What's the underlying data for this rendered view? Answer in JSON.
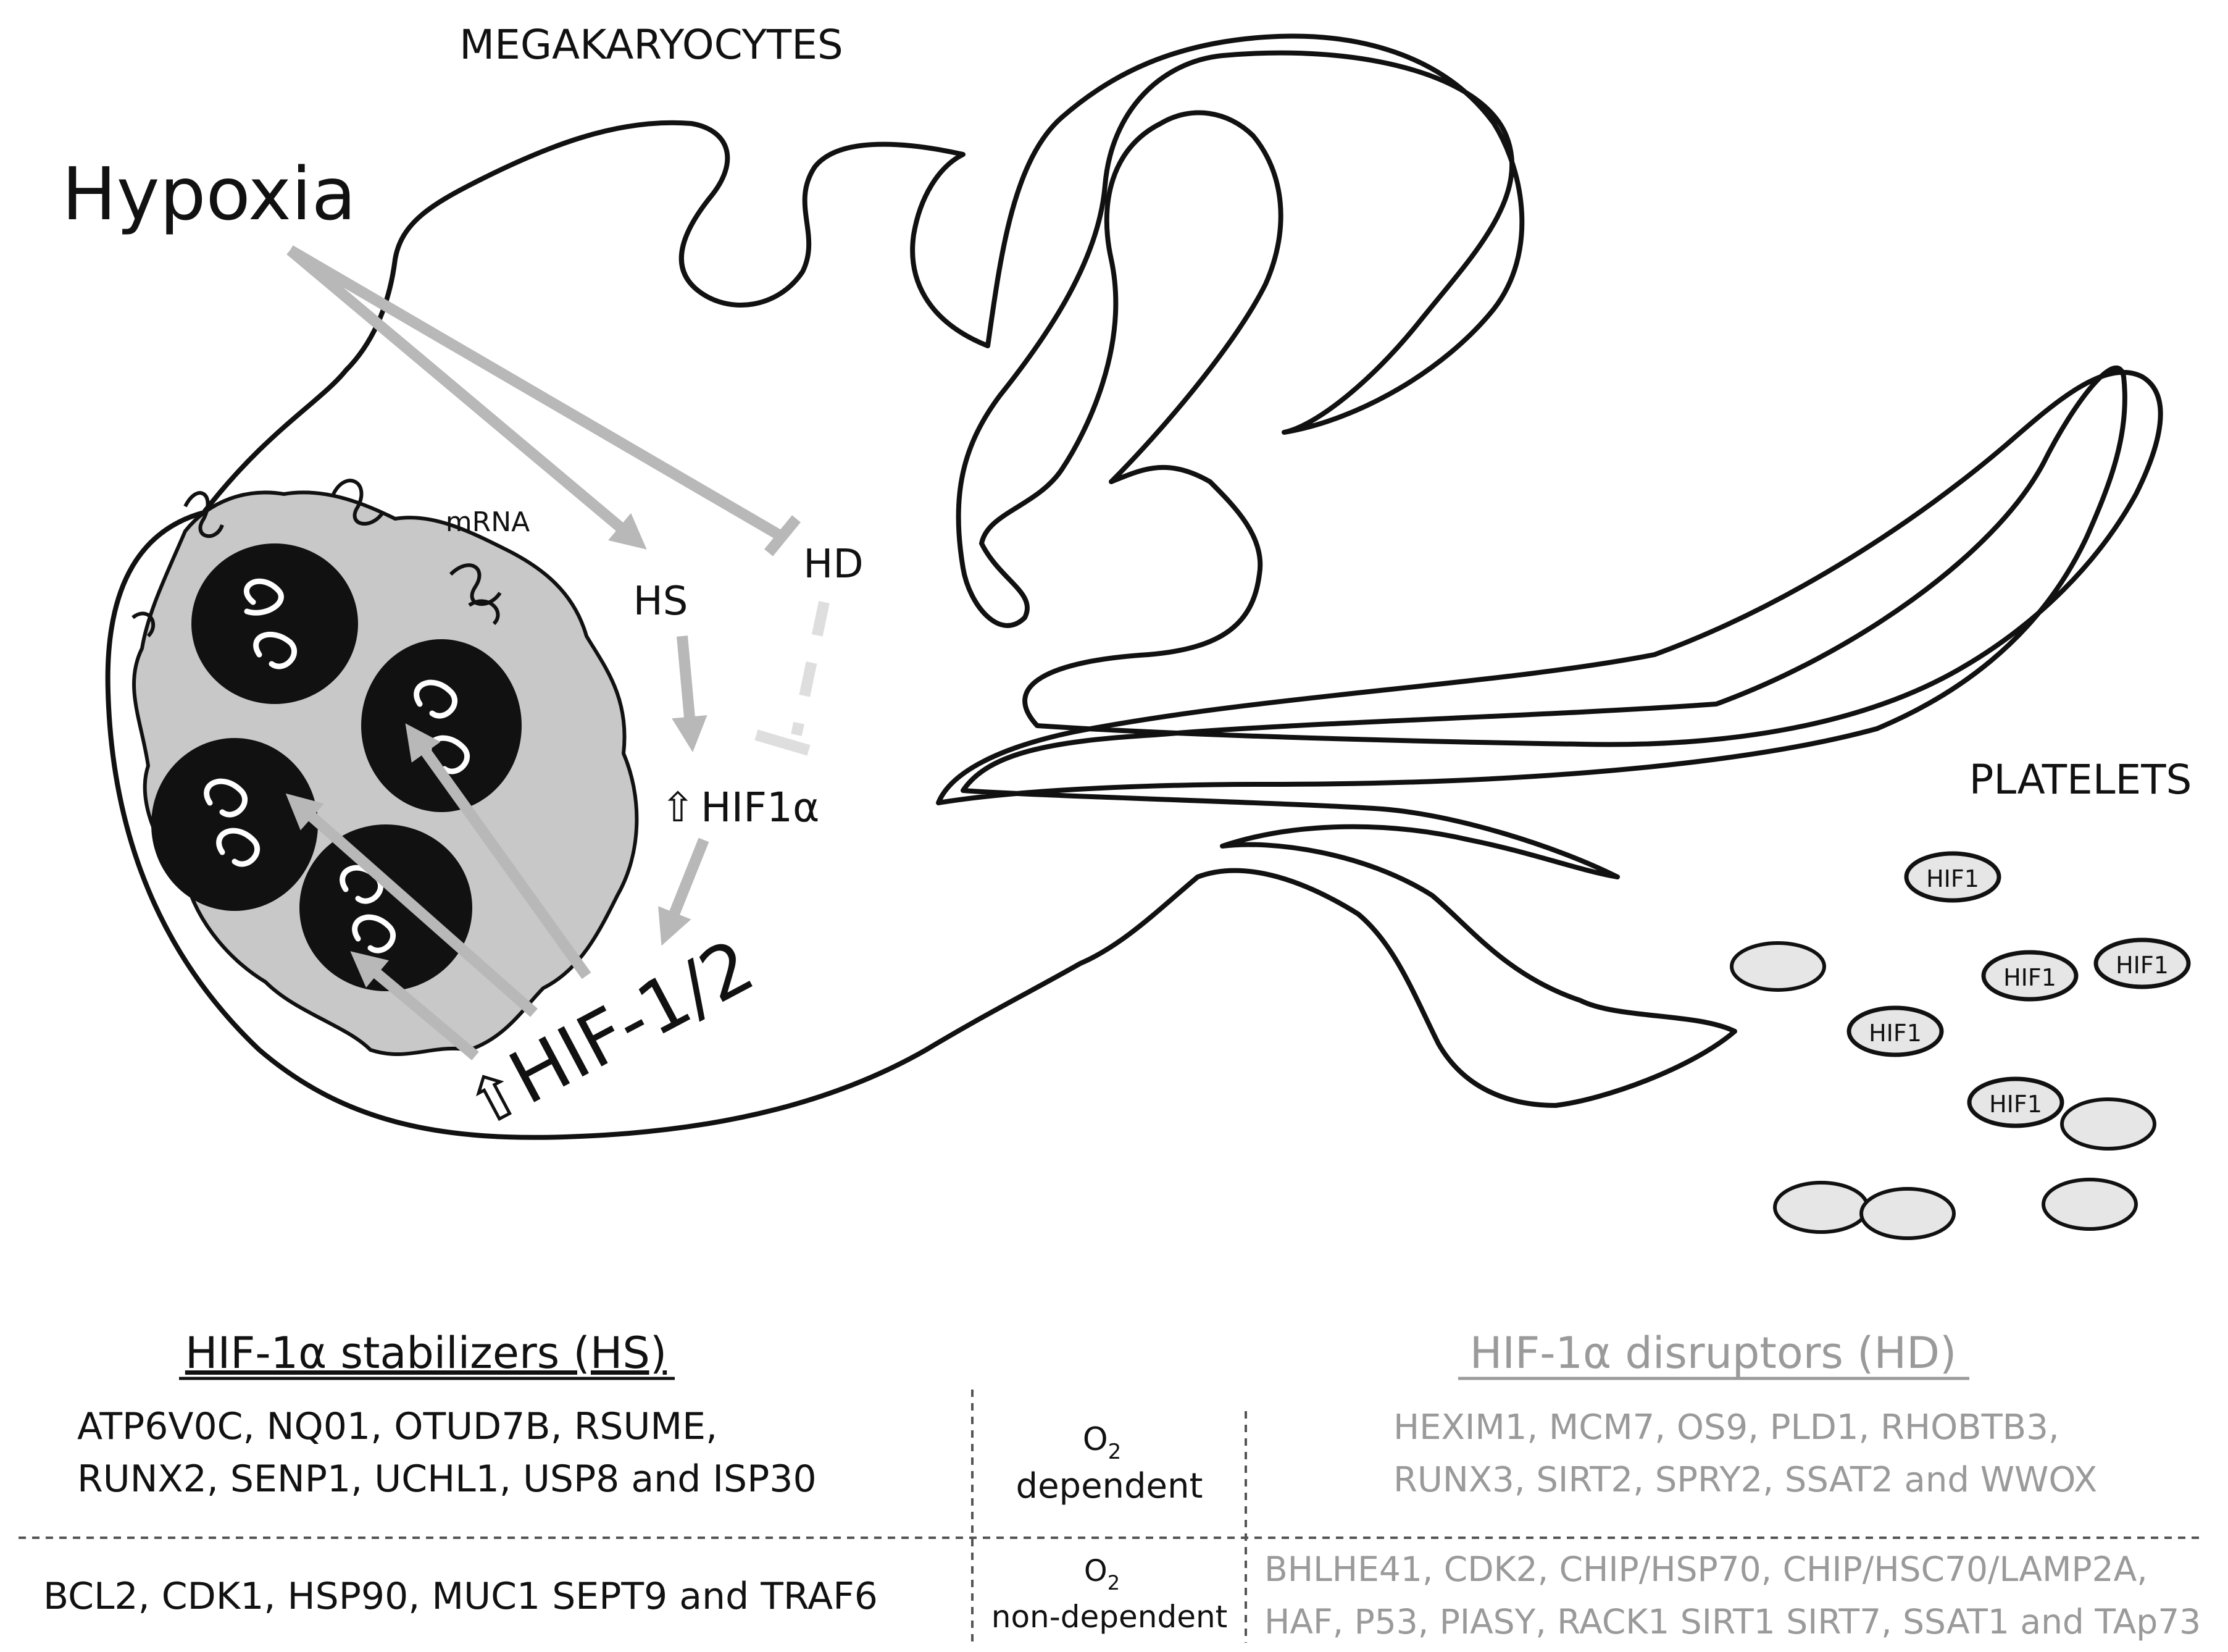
{
  "labels": {
    "megakaryocytes": "MEGAKARYOCYTES",
    "hypoxia": "Hypoxia",
    "mrna": "mRNA",
    "hs": "HS",
    "hd": "HD",
    "hif1a_arrow": "⇧",
    "hif1a": "HIF1α",
    "hif12_arrow": "⇧",
    "hif12": "HIF-1/2",
    "platelets": "PLATELETS",
    "platelet_hif": "HIF1"
  },
  "table": {
    "stabilizers_title": "HIF-1α stabilizers (HS)",
    "disruptors_title": "HIF-1α disruptors (HD)",
    "rows": [
      {
        "stabilizers": [
          "ATP6V0C, NQ01, OTUD7B, RSUME,",
          "RUNX2, SENP1, UCHL1, USP8 and ISP30"
        ],
        "o2": "O",
        "o2_sub": "2",
        "o2_label": "dependent",
        "disruptors": [
          "HEXIM1, MCM7, OS9, PLD1, RHOBTB3,",
          "RUNX3, SIRT2, SPRY2, SSAT2 and WWOX"
        ]
      },
      {
        "stabilizers": [
          "BCL2, CDK1, HSP90, MUC1 SEPT9 and TRAF6"
        ],
        "o2": "O",
        "o2_sub": "2",
        "o2_label": "non-dependent",
        "disruptors": [
          "BHLHE41, CDK2, CHIP/HSP70, CHIP/HSC70/LAMP2A,",
          "HAF, P53, PIASY, RACK1 SIRT1 SIRT7, SSAT1 and TAp73"
        ]
      }
    ]
  },
  "colors": {
    "outline": "#111111",
    "arrow": "#b8b8b8",
    "dashed_arrow": "#dedede",
    "nucleus_fill": "#111111",
    "cytoplasm_fill": "#c8c8c8",
    "platelet_fill": "#e6e6e6",
    "disruptor_text": "#9a9a9a"
  }
}
